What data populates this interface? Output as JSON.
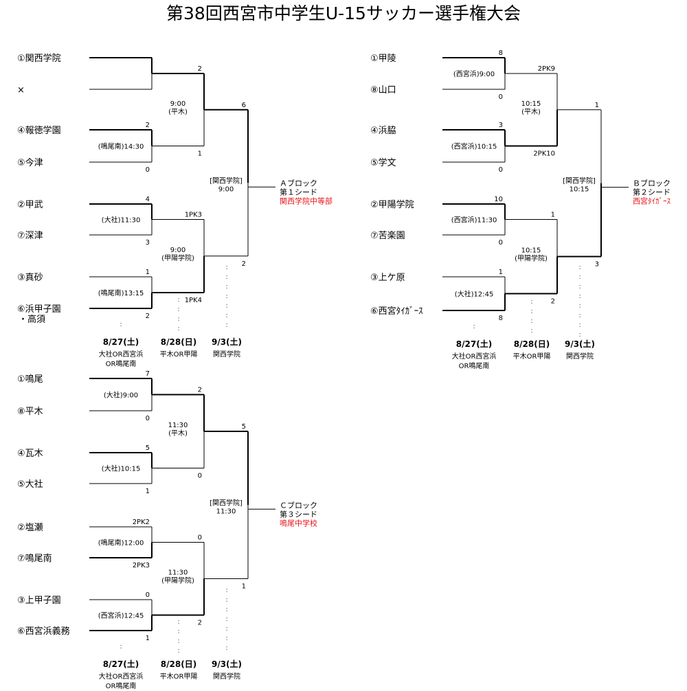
{
  "title": "第38回西宮市中学生U-15サッカー選手権大会",
  "blocks": [
    {
      "name": "A",
      "teams": [
        "①関西学院",
        "×",
        "④報徳学園",
        "⑤今津",
        "②甲武",
        "⑦深津",
        "③真砂",
        "⑥浜甲子園"
      ],
      "teams_extra": "・高須",
      "r1": [
        {
          "venue": "",
          "s_top": "",
          "s_bot": ""
        },
        {
          "venue": "(鳴尾南)14:30",
          "s_top": "2",
          "s_bot": "0"
        },
        {
          "venue": "(大社)11:30",
          "s_top": "4",
          "s_bot": "3"
        },
        {
          "venue": "(鳴尾南)13:15",
          "s_top": "1",
          "s_bot": "2"
        }
      ],
      "r2": [
        {
          "venue1": "9:00",
          "venue2": "(平木)",
          "s_top": "2",
          "s_bot": "1"
        },
        {
          "venue1": "9:00",
          "venue2": "(甲陽学院)",
          "s_top": "1PK3",
          "s_bot": "1PK4"
        }
      ],
      "final": {
        "venue1": "[関西学院]",
        "venue2": "9:00",
        "s_top": "6",
        "s_bot": "2"
      },
      "label1": "Ａブロック",
      "label2": "第１シード",
      "winner": "関西学院中等部"
    },
    {
      "name": "B",
      "teams": [
        "①甲陵",
        "⑧山口",
        "④浜脇",
        "⑤学文",
        "②甲陽学院",
        "⑦苦楽園",
        "③上ケ原",
        "⑥西宮ﾀｲｶﾞｰｽ"
      ],
      "teams_extra": "",
      "r1": [
        {
          "venue": "(西宮浜)9:00",
          "s_top": "8",
          "s_bot": "0"
        },
        {
          "venue": "(西宮浜)10:15",
          "s_top": "3",
          "s_bot": "0"
        },
        {
          "venue": "(西宮浜)11:30",
          "s_top": "10",
          "s_bot": "0"
        },
        {
          "venue": "(大社)12:45",
          "s_top": "1",
          "s_bot": "8"
        }
      ],
      "r2": [
        {
          "venue1": "10:15",
          "venue2": "(平木)",
          "s_top": "2PK9",
          "s_bot": "2PK10"
        },
        {
          "venue1": "10:15",
          "venue2": "(甲陽学院)",
          "s_top": "1",
          "s_bot": "2"
        }
      ],
      "final": {
        "venue1": "[関西学院]",
        "venue2": "10:15",
        "s_top": "1",
        "s_bot": "3"
      },
      "label1": "Ｂブロック",
      "label2": "第２シード",
      "winner": "西宮ﾀｲｶﾞｰｽ"
    },
    {
      "name": "C",
      "teams": [
        "①鳴尾",
        "⑧平木",
        "④瓦木",
        "⑤大社",
        "②塩瀬",
        "⑦鳴尾南",
        "③上甲子園",
        "⑥西宮浜義務"
      ],
      "teams_extra": "",
      "r1": [
        {
          "venue": "(大社)9:00",
          "s_top": "7",
          "s_bot": "0"
        },
        {
          "venue": "(大社)10:15",
          "s_top": "5",
          "s_bot": "1"
        },
        {
          "venue": "(鳴尾南)12:00",
          "s_top": "2PK2",
          "s_bot": "2PK3"
        },
        {
          "venue": "(西宮浜)12:45",
          "s_top": "0",
          "s_bot": "1"
        }
      ],
      "r2": [
        {
          "venue1": "11:30",
          "venue2": "(平木)",
          "s_top": "2",
          "s_bot": "0"
        },
        {
          "venue1": "11:30",
          "venue2": "(甲陽学院)",
          "s_top": "0",
          "s_bot": "2"
        }
      ],
      "final": {
        "venue1": "[関西学院]",
        "venue2": "11:30",
        "s_top": "5",
        "s_bot": "1"
      },
      "label1": "Ｃブロック",
      "label2": "第３シード",
      "winner": "鳴尾中学校"
    }
  ],
  "schedule": {
    "dates": [
      "8/27(土)",
      "8/28(日)",
      "9/3(土)"
    ],
    "venues": [
      [
        "大社OR西宮浜",
        "OR鳴尾南"
      ],
      [
        "平木OR甲陽"
      ],
      [
        "関西学院"
      ]
    ]
  }
}
